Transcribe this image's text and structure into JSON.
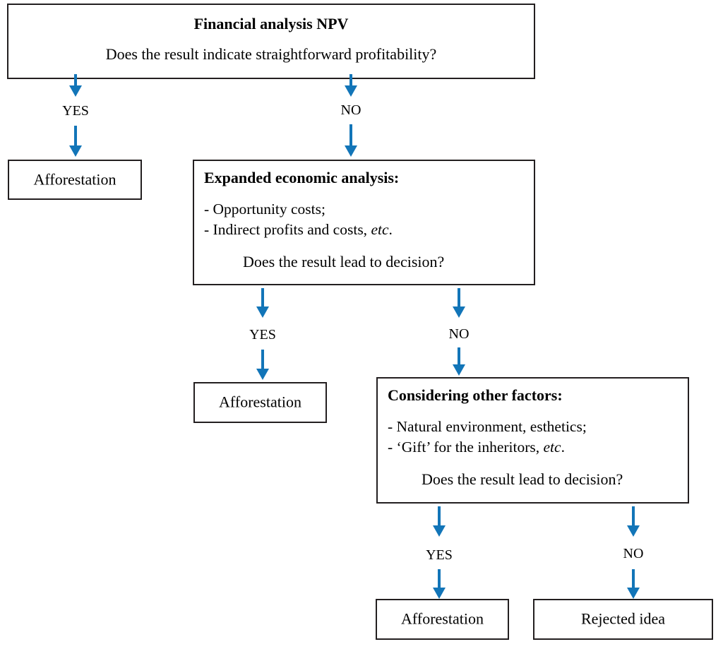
{
  "diagram": {
    "type": "decision-flowchart",
    "accent_color": "#1275b8",
    "border_color": "#231f20",
    "background_color": "#ffffff",
    "nodes": {
      "financial_analysis": {
        "title": "Financial analysis NPV",
        "question": "Does the result indicate straightforward profitability?"
      },
      "afforestation_1": {
        "label": "Afforestation"
      },
      "expanded_economic": {
        "title": "Expanded economic analysis:",
        "bullet_1": "- Opportunity costs;",
        "bullet_2_prefix": "- Indirect profits and costs, ",
        "bullet_2_italic": "etc",
        "bullet_2_suffix": ".",
        "question": "Does the result lead to decision?"
      },
      "afforestation_2": {
        "label": "Afforestation"
      },
      "considering_factors": {
        "title": "Considering other factors:",
        "bullet_1": "- Natural environment, esthetics;",
        "bullet_2_prefix": "- ‘Gift’ for the inheritors, ",
        "bullet_2_italic": "etc",
        "bullet_2_suffix": ".",
        "question": "Does the result lead to decision?"
      },
      "afforestation_3": {
        "label": "Afforestation"
      },
      "rejected_idea": {
        "label": "Rejected idea"
      }
    },
    "edge_labels": {
      "level1_yes": "YES",
      "level1_no": "NO",
      "level2_yes": "YES",
      "level2_no": "NO",
      "level3_yes": "YES",
      "level3_no": "NO"
    }
  }
}
